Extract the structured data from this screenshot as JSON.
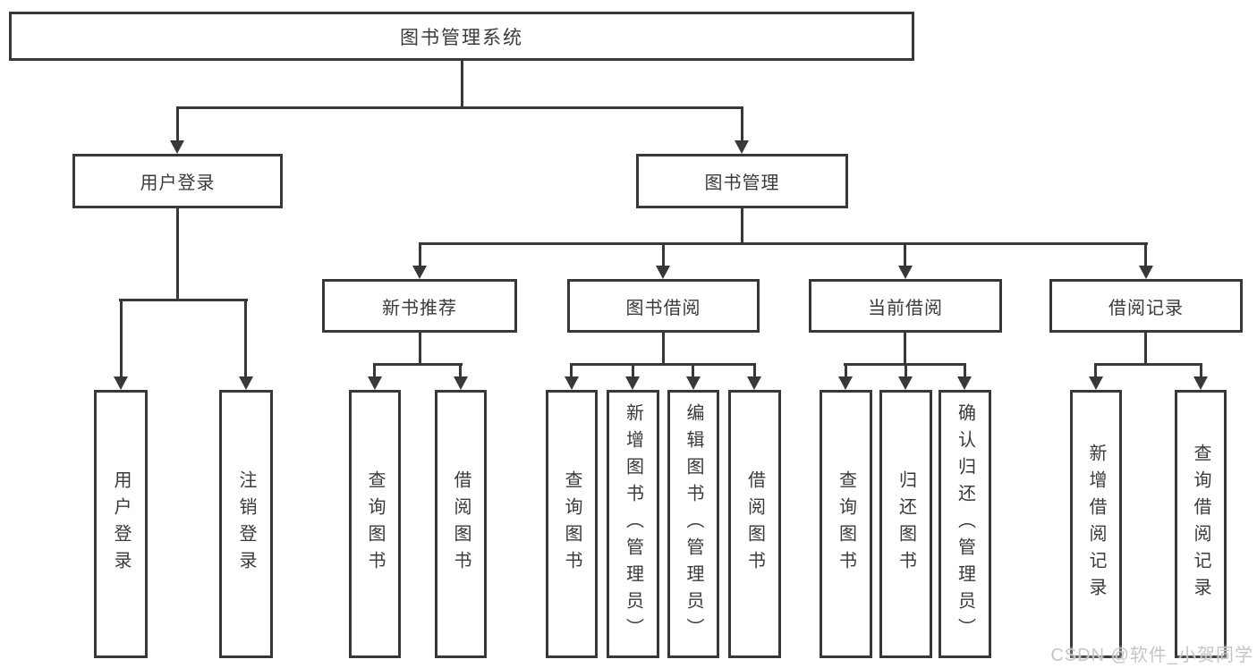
{
  "tree": {
    "root": "图书管理系统",
    "children": [
      {
        "label": "用户登录",
        "children": [
          {
            "label": "用户登录"
          },
          {
            "label": "注销登录"
          }
        ]
      },
      {
        "label": "图书管理",
        "children": [
          {
            "label": "新书推荐",
            "children": [
              {
                "label": "查询图书"
              },
              {
                "label": "借阅图书"
              }
            ]
          },
          {
            "label": "图书借阅",
            "children": [
              {
                "label": "查询图书"
              },
              {
                "label": "新增图书（管理员）"
              },
              {
                "label": "编辑图书（管理员）"
              },
              {
                "label": "借阅图书"
              }
            ]
          },
          {
            "label": "当前借阅",
            "children": [
              {
                "label": "查询图书"
              },
              {
                "label": "归还图书"
              },
              {
                "label": "确认归还（管理员）"
              }
            ]
          },
          {
            "label": "借阅记录",
            "children": [
              {
                "label": "新增借阅记录"
              },
              {
                "label": "查询借阅记录"
              }
            ]
          }
        ]
      }
    ]
  },
  "watermark": {
    "text": "CSDN @软件_小贺同学"
  },
  "colors": {
    "line": "#383838",
    "text": "#3a3a3a",
    "box_fill": "#ffffff",
    "background": "#ffffff",
    "watermark": "#c6c6c6"
  }
}
